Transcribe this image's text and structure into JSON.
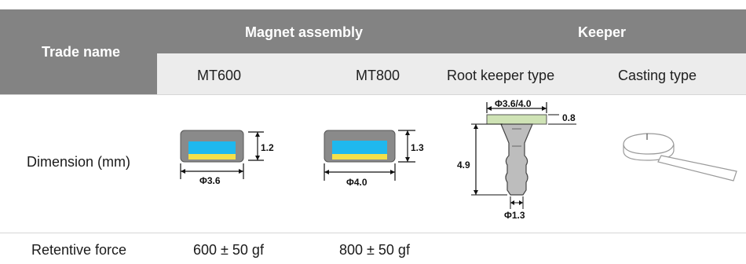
{
  "header": {
    "trade_name": "Trade name",
    "magnet_assembly": "Magnet assembly",
    "keeper": "Keeper"
  },
  "subheader": {
    "mt600": "MT600",
    "mt800": "MT800",
    "root_keeper": "Root keeper type",
    "casting": "Casting type"
  },
  "rows": {
    "dimension_label": "Dimension (mm)",
    "retentive_label": "Retentive force",
    "mt600_force": "600 ± 50 gf",
    "mt800_force": "800 ± 50 gf"
  },
  "figures": {
    "mt600_height": "1.2",
    "mt600_diameter": "Φ3.6",
    "mt800_height": "1.3",
    "mt800_diameter": "Φ4.0",
    "root_top": "Φ3.6/4.0",
    "root_cap": "0.8",
    "root_length": "4.9",
    "root_bottom": "Φ1.3"
  },
  "colors": {
    "header_bg": "#838383",
    "subheader_bg": "#ececec",
    "magnet_blue": "#1fb8ee",
    "magnet_yellow": "#f4e04a",
    "keeper_green": "#cfe3b5"
  }
}
